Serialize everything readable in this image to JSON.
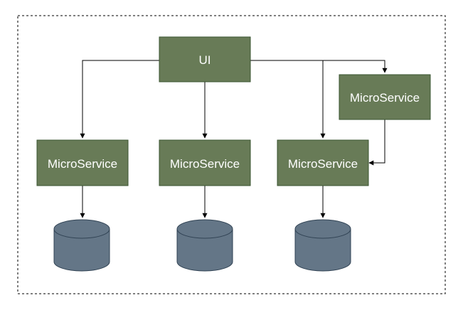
{
  "diagram": {
    "ui_node": {
      "label": "UI"
    },
    "services": [
      {
        "label": "MicroService"
      },
      {
        "label": "MicroService"
      },
      {
        "label": "MicroService"
      },
      {
        "label": "MicroService"
      }
    ],
    "databases": [
      {},
      {},
      {}
    ]
  },
  "colors": {
    "node_fill": "#687b57",
    "node_stroke": "#3a5431",
    "db_fill": "#647687",
    "db_stroke": "#314354",
    "edge": "#000000",
    "boundary": "#000000",
    "label": "#ffffff"
  }
}
